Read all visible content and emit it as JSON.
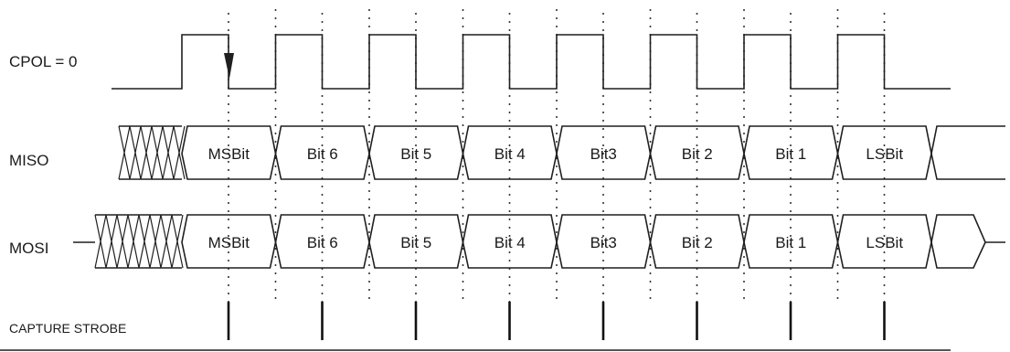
{
  "signals": {
    "cpol": "CPOL = 0",
    "miso": "MISO",
    "mosi": "MOSI",
    "strobe": "CAPTURE STROBE"
  },
  "bits": [
    "MSBit",
    "Bit 6",
    "Bit 5",
    "Bit 4",
    "Bit3",
    "Bit 2",
    "Bit 1",
    "LSBit"
  ],
  "colors": {
    "line": "#1f1f1f",
    "background": "#ffffff"
  }
}
